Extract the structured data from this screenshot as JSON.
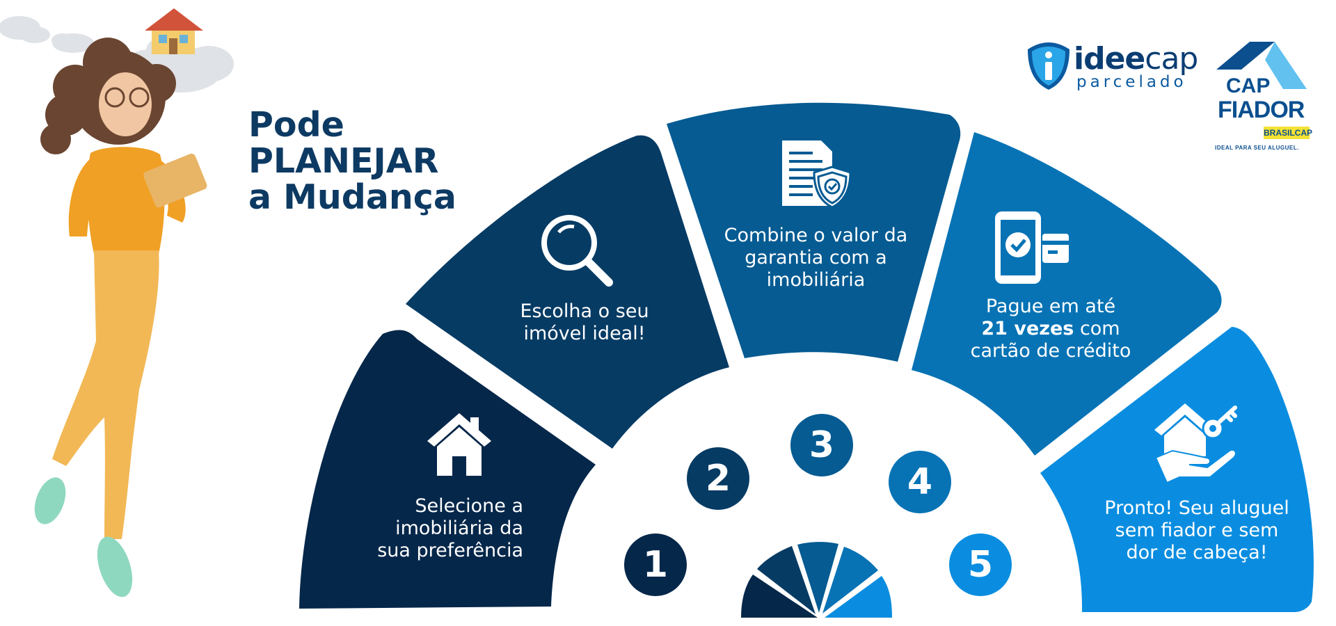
{
  "headline": [
    "Pode",
    "PLANEJAR",
    "a Mudança"
  ],
  "steps": [
    {
      "number": "1",
      "text_lines": [
        "Selecione a",
        "imobiliária da",
        "sua preferência"
      ],
      "icon": "house-icon",
      "color": "#05274a"
    },
    {
      "number": "2",
      "text_lines": [
        "Escolha o seu",
        "imóvel ideal!"
      ],
      "icon": "magnifier-icon",
      "color": "#063b64"
    },
    {
      "number": "3",
      "text_lines": [
        "Combine o valor da",
        "garantia com a",
        "imobiliária"
      ],
      "icon": "document-shield-icon",
      "color": "#055b92"
    },
    {
      "number": "4",
      "text_prefix": "Pague em até",
      "text_bold": "21 vezes",
      "text_after_bold": " com",
      "text_last": "cartão de crédito",
      "icon": "phone-card-icon",
      "color": "#0773b5"
    },
    {
      "number": "5",
      "text_lines": [
        "Pronto! Seu aluguel",
        "sem fiador e sem",
        "dor de cabeça!"
      ],
      "icon": "hand-house-key-icon",
      "color": "#0a8de0"
    }
  ],
  "brand_ideecap": {
    "name": "idee",
    "name2": "cap",
    "sub": "parcelado"
  },
  "brand_capfiador": {
    "line1": "CAP",
    "line2": "FIADOR",
    "badge": "BRASILCAP",
    "tagline": "IDEAL PARA SEU ALUGUEL."
  }
}
